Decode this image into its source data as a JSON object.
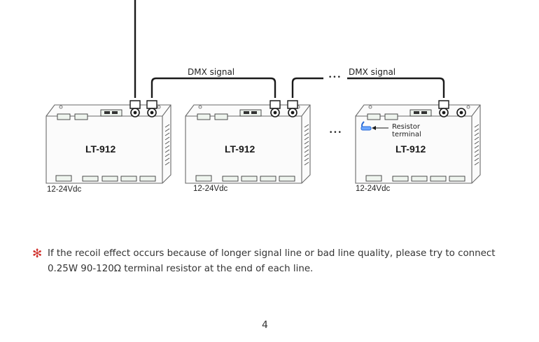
{
  "diagram": {
    "signal_labels": [
      "DMX signal",
      "DMX signal"
    ],
    "devices": [
      {
        "model": "LT-912",
        "voltage": "12-24Vdc"
      },
      {
        "model": "LT-912",
        "voltage": "12-24Vdc"
      },
      {
        "model": "LT-912",
        "voltage": "12-24Vdc"
      }
    ],
    "resistor_label_line1": "Resistor",
    "resistor_label_line2": "terminal",
    "ellipsis": "•••"
  },
  "note": {
    "marker": "✻",
    "text": "If the recoil effect occurs because of longer signal line or bad line quality, please try to connect 0.25W 90-120Ω terminal resistor at the end of each line."
  },
  "page_number": "4"
}
